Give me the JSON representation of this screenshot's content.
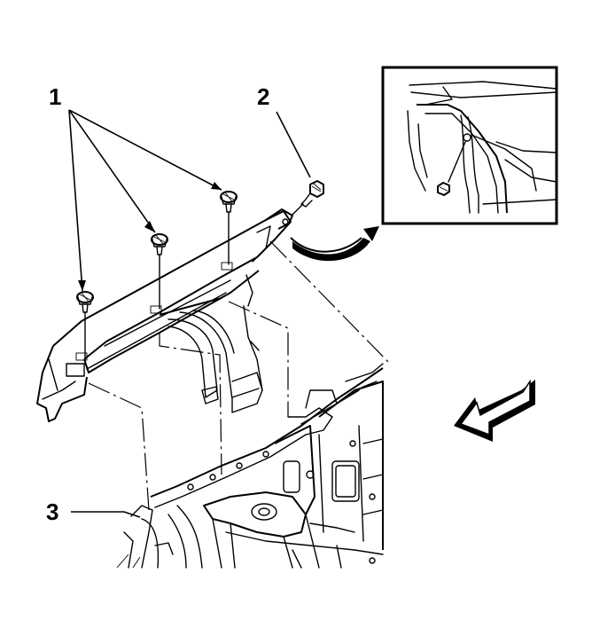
{
  "callouts": {
    "c1": "1",
    "c2": "2",
    "c3": "3"
  },
  "icons": {
    "fastener": "push-pin-retainer-icon",
    "bolt": "bolt-icon",
    "direction_arrow": "front-of-vehicle-arrow-icon"
  }
}
